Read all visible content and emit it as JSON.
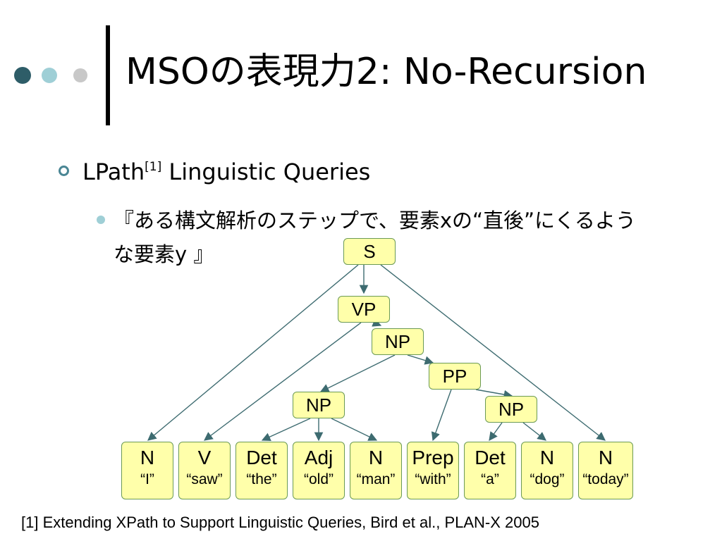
{
  "header": {
    "title": "MSOの表現力2: No-Recursion",
    "dot_colors": [
      "#2e5d68",
      "#9fcfd6",
      "#c8c8c8"
    ]
  },
  "bullets": {
    "main": {
      "text": "LPath",
      "sup": "[1]",
      "rest": " Linguistic Queries"
    },
    "sub": "『ある構文解析のステップで、要素xの“直後”にくるような要素y 』"
  },
  "tree": {
    "internal": [
      {
        "id": "S",
        "label": "S"
      },
      {
        "id": "VP",
        "label": "VP"
      },
      {
        "id": "NP1",
        "label": "NP"
      },
      {
        "id": "PP",
        "label": "PP"
      },
      {
        "id": "NP2",
        "label": "NP"
      },
      {
        "id": "NP3",
        "label": "NP"
      }
    ],
    "leaves": [
      {
        "id": "L1",
        "cat": "N",
        "word": "“I”"
      },
      {
        "id": "L2",
        "cat": "V",
        "word": "“saw”"
      },
      {
        "id": "L3",
        "cat": "Det",
        "word": "“the”"
      },
      {
        "id": "L4",
        "cat": "Adj",
        "word": "“old”"
      },
      {
        "id": "L5",
        "cat": "N",
        "word": "“man”"
      },
      {
        "id": "L6",
        "cat": "Prep",
        "word": "“with”"
      },
      {
        "id": "L7",
        "cat": "Det",
        "word": "“a”"
      },
      {
        "id": "L8",
        "cat": "N",
        "word": "“dog”"
      },
      {
        "id": "L9",
        "cat": "N",
        "word": "“today”"
      }
    ],
    "edges": [
      [
        "S",
        "VP"
      ],
      [
        "S",
        "L1"
      ],
      [
        "S",
        "L9"
      ],
      [
        "VP",
        "NP1"
      ],
      [
        "VP",
        "L2"
      ],
      [
        "NP1",
        "PP"
      ],
      [
        "NP1",
        "NP2"
      ],
      [
        "PP",
        "NP3"
      ],
      [
        "PP",
        "L6"
      ],
      [
        "NP2",
        "L3"
      ],
      [
        "NP2",
        "L4"
      ],
      [
        "NP2",
        "L5"
      ],
      [
        "NP3",
        "L7"
      ],
      [
        "NP3",
        "L8"
      ]
    ]
  },
  "footnote": "[1] Extending XPath to Support Linguistic Queries, Bird et al., PLAN-X 2005"
}
